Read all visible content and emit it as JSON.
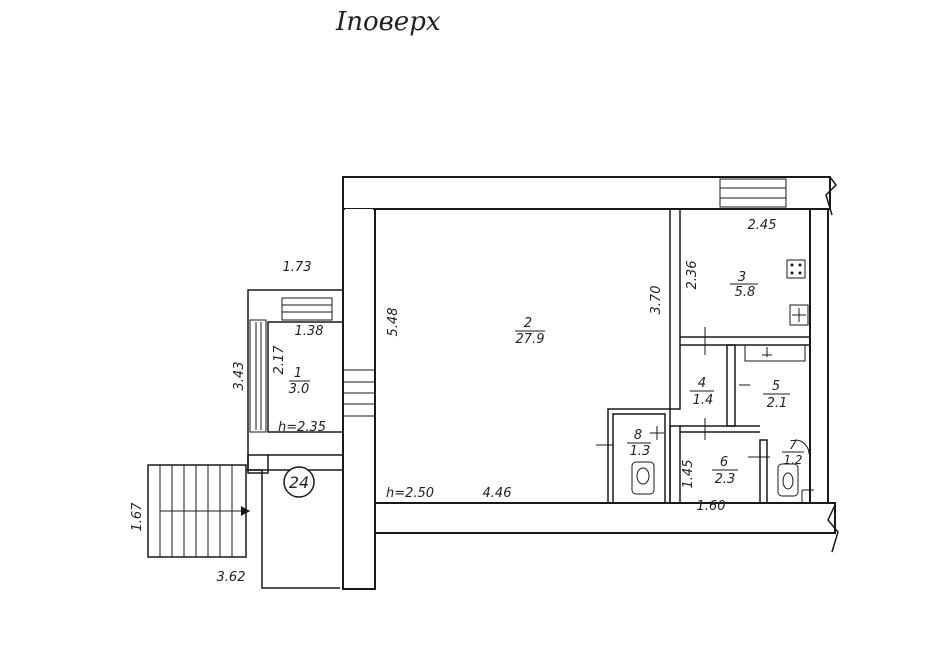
{
  "title": "Iповерх",
  "building_number": "24",
  "rooms": [
    {
      "number": "1",
      "area": "3.0"
    },
    {
      "number": "2",
      "area": "27.9"
    },
    {
      "number": "3",
      "area": "5.8"
    },
    {
      "number": "4",
      "area": "1.4"
    },
    {
      "number": "5",
      "area": "2.1"
    },
    {
      "number": "6",
      "area": "2.3"
    },
    {
      "number": "7",
      "area": "1.2"
    },
    {
      "number": "8",
      "area": "1.3"
    }
  ],
  "dimensions": {
    "vestibule_outer_top": "1.73",
    "vestibule_inner_top": "1.38",
    "vestibule_outer_side": "3.43",
    "vestibule_inner_side": "2.17",
    "vestibule_height": "h=2.35",
    "main_room_side": "5.48",
    "main_room_height": "h=2.50",
    "main_room_bottom": "4.46",
    "kitchen_top": "2.45",
    "kitchen_side": "2.36",
    "partition_side": "3.70",
    "bath_side": "1.45",
    "bath_bottom": "1.60",
    "stairs_side": "1.67",
    "stairs_bottom": "3.62"
  }
}
